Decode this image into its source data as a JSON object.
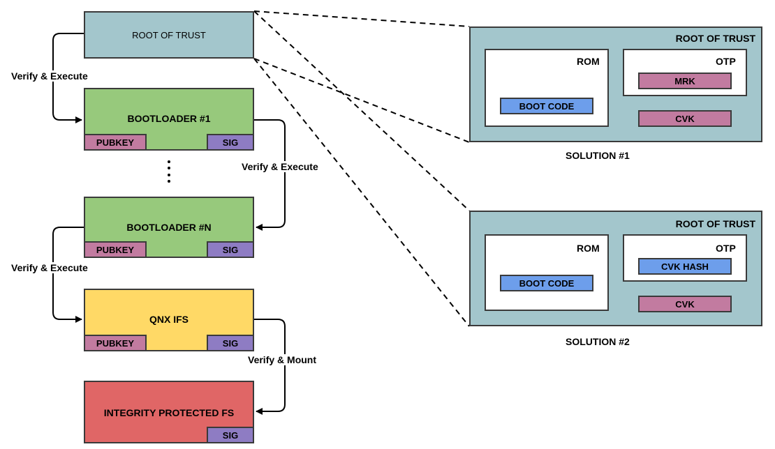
{
  "chain": {
    "root_of_trust": "ROOT OF TRUST",
    "bootloader1": {
      "title": "BOOTLOADER #1",
      "pubkey": "PUBKEY",
      "sig": "SIG"
    },
    "bootloaderN": {
      "title": "BOOTLOADER #N",
      "pubkey": "PUBKEY",
      "sig": "SIG"
    },
    "qnx": {
      "title": "QNX IFS",
      "pubkey": "PUBKEY",
      "sig": "SIG"
    },
    "fs": {
      "title": "INTEGRITY PROTECTED FS",
      "sig": "SIG"
    }
  },
  "edges": {
    "verify_execute": "Verify & Execute",
    "verify_mount": "Verify & Mount"
  },
  "solution1": {
    "title": "ROOT OF TRUST",
    "rom": "ROM",
    "boot_code": "BOOT CODE",
    "otp": "OTP",
    "mrk": "MRK",
    "cvk": "CVK",
    "caption": "SOLUTION #1"
  },
  "solution2": {
    "title": "ROOT OF TRUST",
    "rom": "ROM",
    "boot_code": "BOOT CODE",
    "otp": "OTP",
    "cvk_hash": "CVK HASH",
    "cvk": "CVK",
    "caption": "SOLUTION #2"
  },
  "colors": {
    "root": "#a3c6cc",
    "bootloader": "#97c97c",
    "qnx": "#ffd966",
    "fs": "#e06666",
    "pubkey": "#c27ba0",
    "sig": "#8e7cc3",
    "boot_code": "#6d9eeb"
  }
}
